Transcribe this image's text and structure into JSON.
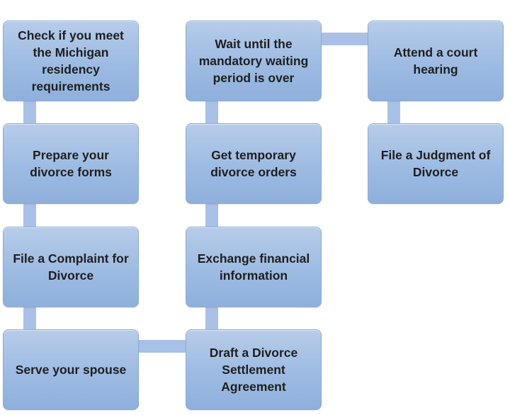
{
  "diagram": {
    "connector_color": "#a9c1e6",
    "box_fill": "#9dbbe2",
    "steps": [
      {
        "id": "step-residency",
        "label": "Check if you meet the Michigan residency requirements"
      },
      {
        "id": "step-prepare-forms",
        "label": "Prepare your divorce forms"
      },
      {
        "id": "step-file-complaint",
        "label": "File a Complaint for Divorce"
      },
      {
        "id": "step-serve-spouse",
        "label": "Serve your spouse"
      },
      {
        "id": "step-draft-settlement",
        "label": "Draft a Divorce Settlement Agreement"
      },
      {
        "id": "step-exchange-financial",
        "label": "Exchange financial information"
      },
      {
        "id": "step-temporary-orders",
        "label": "Get temporary divorce orders"
      },
      {
        "id": "step-wait-period",
        "label": "Wait until the mandatory waiting period is over"
      },
      {
        "id": "step-court-hearing",
        "label": "Attend a court hearing"
      },
      {
        "id": "step-file-judgment",
        "label": "File a Judgment of Divorce"
      }
    ]
  }
}
